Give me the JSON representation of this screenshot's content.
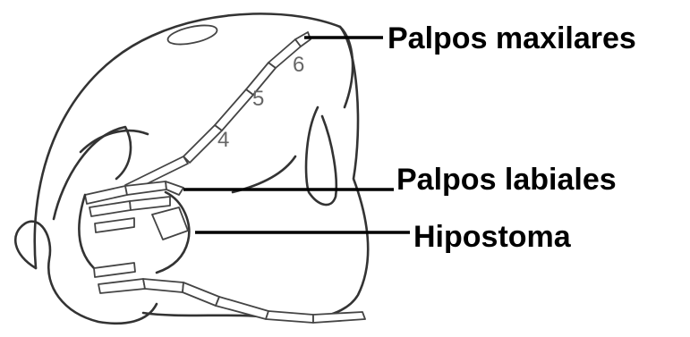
{
  "labels": {
    "maxillary_palps": "Palpos maxilares",
    "labial_palps": "Palpos labiales",
    "hypostome": "Hipostoma"
  },
  "segment_numbers": [
    "4",
    "5",
    "6"
  ],
  "colors": {
    "line": "#333333",
    "label_text": "#000000",
    "segment_text": "#666666",
    "background": "#ffffff"
  }
}
